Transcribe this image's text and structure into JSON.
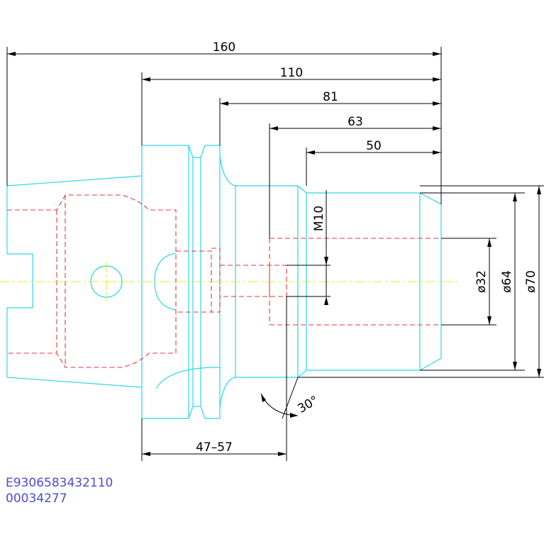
{
  "dimensions": {
    "overall_length": "160",
    "flange_to_end": "110",
    "collar_to_end": "81",
    "bore_to_end": "63",
    "body_to_end": "50",
    "setting_range": "47–57",
    "thread": "M10",
    "bore_diameter": "ø32",
    "body_diameter": "ø64",
    "shoulder_diameter": "ø70",
    "chamfer_angle": "30°"
  },
  "part_number": "E9306583432110",
  "serial_number": "00034277",
  "colors": {
    "outline": "#2fd6e6",
    "hidden": "#e0393b",
    "centerline": "#e8e82a",
    "dimension": "#000000",
    "code_text": "#4b4bd6"
  }
}
